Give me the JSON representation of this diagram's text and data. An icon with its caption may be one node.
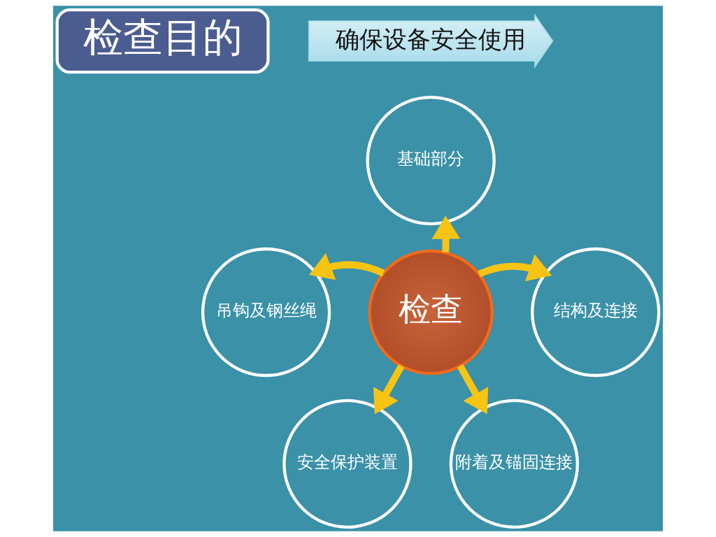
{
  "diagram": {
    "nodes": [
      {
        "text": [
          "检查目的"
        ]
      },
      {
        "text": [
          "确保设备安全使用"
        ]
      },
      {
        "text": [
          "检查"
        ]
      },
      {
        "text": [
          "基础部分"
        ]
      },
      {
        "text": [
          "结构及连接"
        ]
      },
      {
        "text": [
          "附着及锚固连接"
        ]
      },
      {
        "text": [
          "安全保护装置"
        ]
      },
      {
        "text": [
          "吊钩及钢丝绳"
        ]
      }
    ],
    "edges": [
      {
        "from": 2,
        "to": 3,
        "arrow": "to"
      },
      {
        "from": 2,
        "to": 4,
        "arrow": "to"
      },
      {
        "from": 2,
        "to": 5,
        "arrow": "to"
      },
      {
        "from": 2,
        "to": 6,
        "arrow": "to"
      },
      {
        "from": 2,
        "to": 7,
        "arrow": "to"
      }
    ]
  }
}
